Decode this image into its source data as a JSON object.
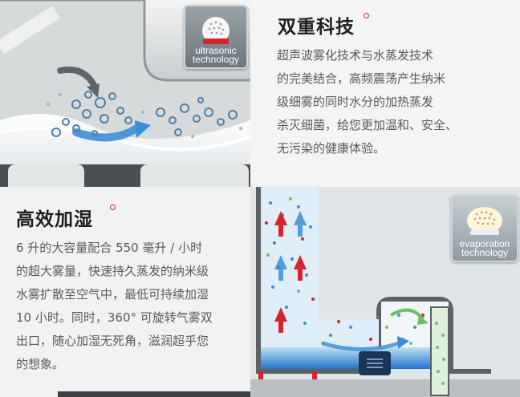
{
  "ultrasonic": {
    "heading": "双重科技",
    "lines": [
      "超声波雾化技术与水蒸发技术",
      "的完美结合，高频震荡产生纳米",
      "级细雾的同时水分的加热蒸发",
      "杀灭细菌，给您更加温和、安全、",
      "无污染的健康体验。"
    ],
    "badge": [
      "ultrasonic",
      "technology"
    ]
  },
  "humidify": {
    "heading": "高效加湿",
    "lines": [
      "6 升的大容量配合 550 毫升 / 小时",
      "的超大雾量，快速持久蒸发的纳米级",
      "水雾扩散至空气中，最低可持续加湿",
      "10 小时。同时，360° 可旋转气雾双",
      "出口，随心加湿无死角，滋润超乎您",
      "的想象。"
    ]
  },
  "evaporation": {
    "badge": [
      "evaporation",
      "technology"
    ]
  },
  "colors": {
    "accent_red": "#d6242c",
    "water_blue": "#3b8fd6",
    "mist_green": "#6cbf63"
  }
}
